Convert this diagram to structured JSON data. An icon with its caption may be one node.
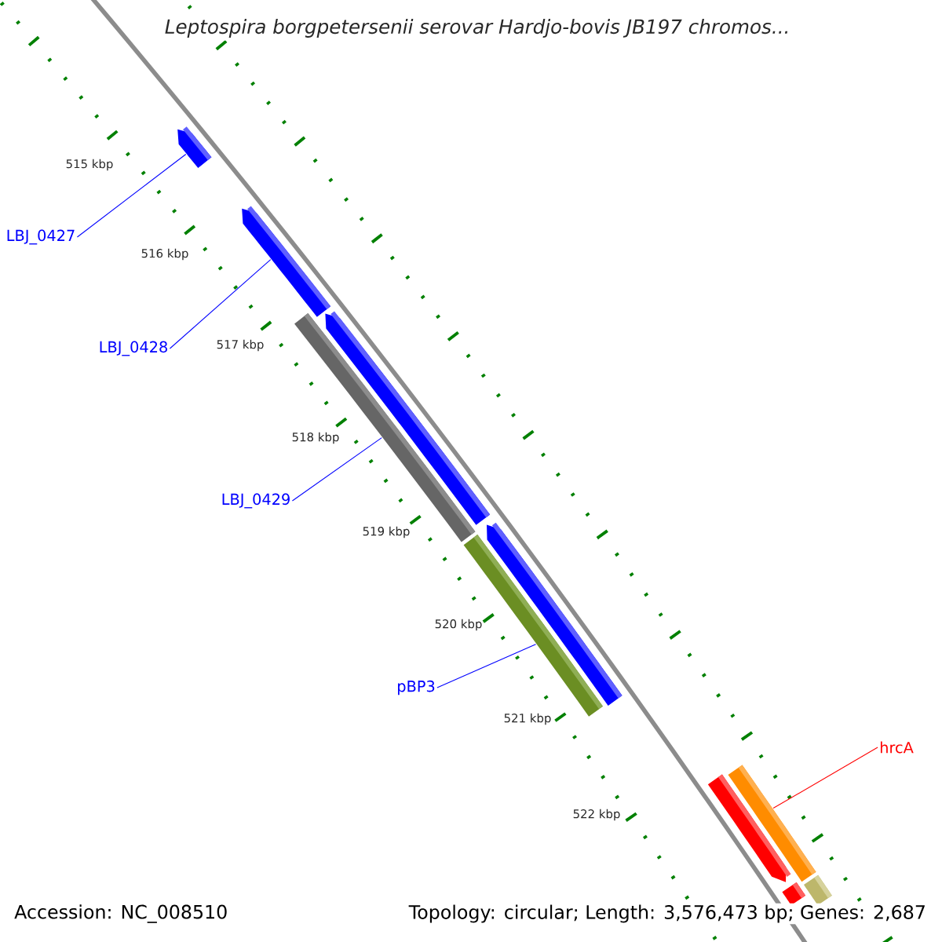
{
  "diagram": {
    "title": "Leptospira borgpetersenii serovar Hardjo-bovis JB197 chromos...",
    "nodes": [
      {
        "text": [
          "LBJ_0427"
        ]
      },
      {
        "text": [
          "LBJ_0428"
        ]
      },
      {
        "text": [
          "LBJ_0429"
        ]
      },
      {
        "text": [
          "pBP3"
        ]
      },
      {
        "text": [
          "hrcA"
        ]
      },
      {
        "text": [],
        "shape": "arrow"
      },
      {
        "text": [],
        "shape": "arrow"
      },
      {
        "text": [],
        "shape": "arrow"
      },
      {
        "text": [],
        "shape": "arrow"
      },
      {
        "text": [],
        "shape": "bar"
      },
      {
        "text": [],
        "shape": "bar"
      },
      {
        "text": [],
        "shape": "arrow"
      },
      {
        "text": [],
        "shape": "bar"
      },
      {
        "text": [],
        "shape": "bar"
      },
      {
        "text": [],
        "shape": "bar"
      }
    ],
    "edges": [
      {
        "from": 0,
        "to": 5,
        "arrow": "none"
      },
      {
        "from": 1,
        "to": 6,
        "arrow": "none"
      },
      {
        "from": 2,
        "to": 9,
        "arrow": "none"
      },
      {
        "from": 3,
        "to": 10,
        "arrow": "none"
      },
      {
        "from": 4,
        "to": 13,
        "arrow": "none",
        "color": "#ff0000"
      }
    ],
    "labels": [
      "515 kbp",
      "516 kbp",
      "517 kbp",
      "518 kbp",
      "519 kbp",
      "520 kbp",
      "521 kbp",
      "522 kbp",
      "Accession: NC_008510",
      "Topology: circular; Length: 3,576,473 bp; Genes: 2,687"
    ]
  }
}
